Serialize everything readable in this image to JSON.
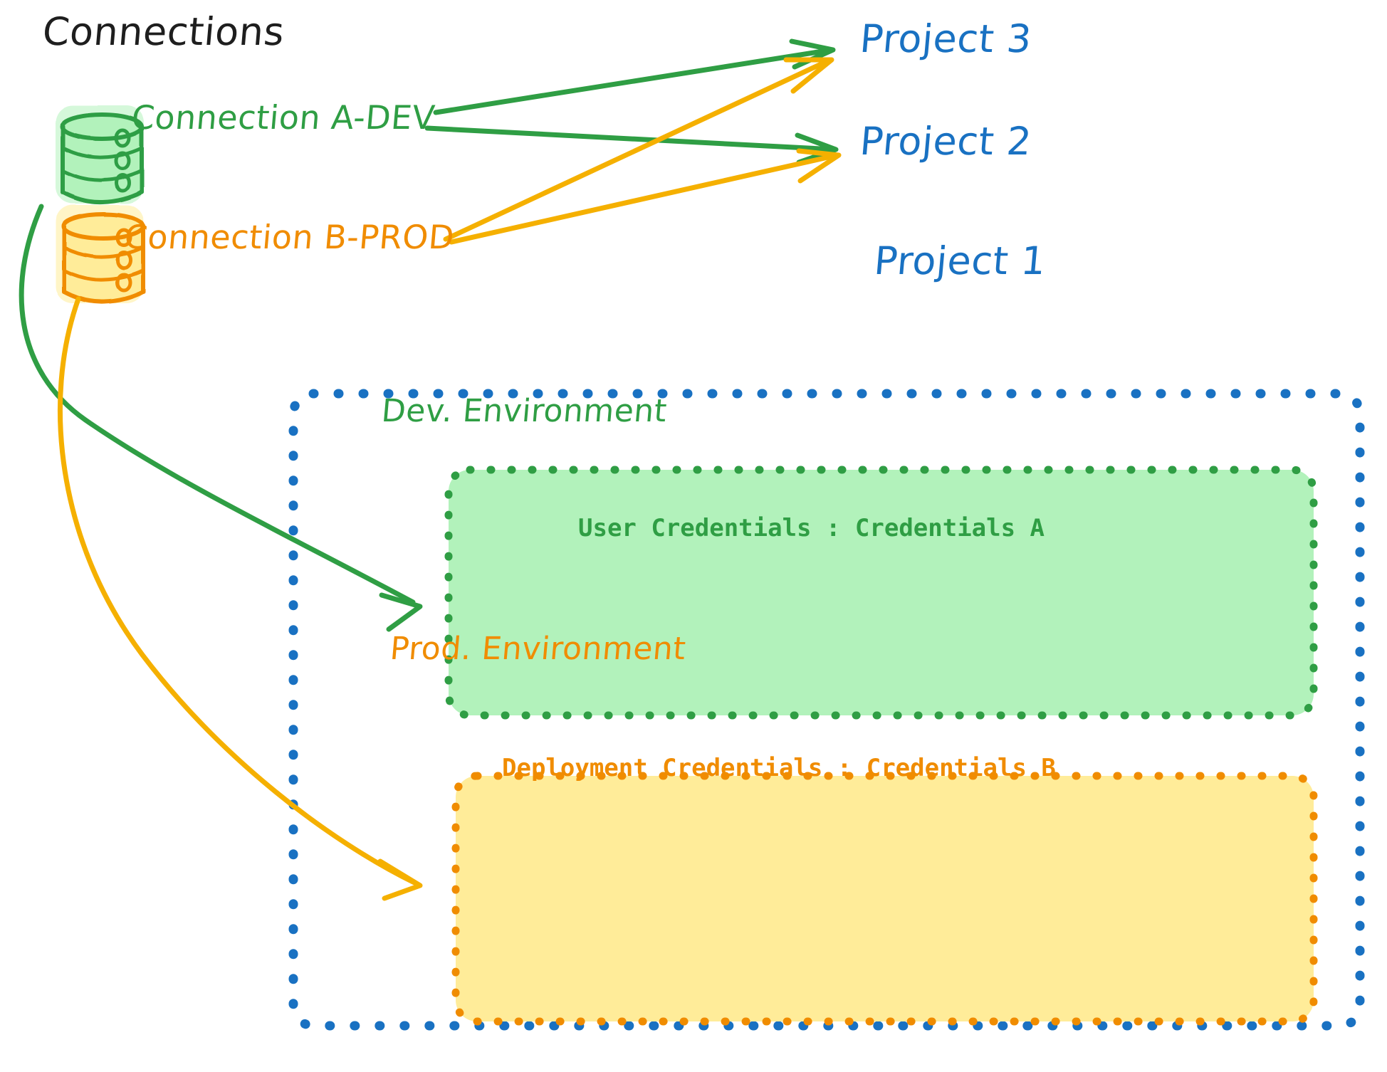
{
  "diagram": {
    "type": "architecture-diagram",
    "title": "Connections",
    "background": "#ffffff"
  },
  "colors": {
    "green_stroke": "#2f9e44",
    "green_fill": "#b2f2bb",
    "orange_stroke": "#f08c00",
    "orange_fill": "#ffec99",
    "blue_stroke": "#1971c2",
    "arrow_green": "#2f9e44",
    "arrow_orange": "#f5b000",
    "title_color": "#1e1e1e"
  },
  "connections": {
    "heading": "Connections",
    "items": [
      {
        "label": "Connection A-DEV",
        "icon": "database-icon",
        "color": "#2f9e44"
      },
      {
        "label": "Connection B-PROD",
        "icon": "database-icon",
        "color": "#f08c00"
      }
    ]
  },
  "projects": [
    {
      "label": "Project 3",
      "color": "#1971c2"
    },
    {
      "label": "Project 2",
      "color": "#1971c2"
    },
    {
      "label": "Project 1",
      "color": "#1971c2"
    }
  ],
  "project1": {
    "label": "Project 1",
    "environments": [
      {
        "title": "Dev. Environment",
        "credential_line": "User Credentials : Credentials A",
        "credential_key": "User Credentials",
        "credential_value": "Credentials A",
        "stroke": "#2f9e44",
        "fill": "#b2f2bb"
      },
      {
        "title": "Prod. Environment",
        "credential_line": "Deployment Credentials : Credentials B",
        "credential_key": "Deployment Credentials",
        "credential_value": "Credentials B",
        "stroke": "#f08c00",
        "fill": "#ffec99"
      }
    ]
  },
  "edges": [
    {
      "from": "Connection A-DEV",
      "to": "Project 3",
      "color": "#2f9e44",
      "style": "arrow"
    },
    {
      "from": "Connection A-DEV",
      "to": "Project 2",
      "color": "#2f9e44",
      "style": "arrow"
    },
    {
      "from": "Connection A-DEV",
      "to": "Dev. Environment",
      "color": "#2f9e44",
      "style": "curved-arrow"
    },
    {
      "from": "Connection B-PROD",
      "to": "Project 3",
      "color": "#f5b000",
      "style": "arrow"
    },
    {
      "from": "Connection B-PROD",
      "to": "Project 2",
      "color": "#f5b000",
      "style": "arrow"
    },
    {
      "from": "Connection B-PROD",
      "to": "Prod. Environment",
      "color": "#f5b000",
      "style": "curved-arrow"
    }
  ]
}
